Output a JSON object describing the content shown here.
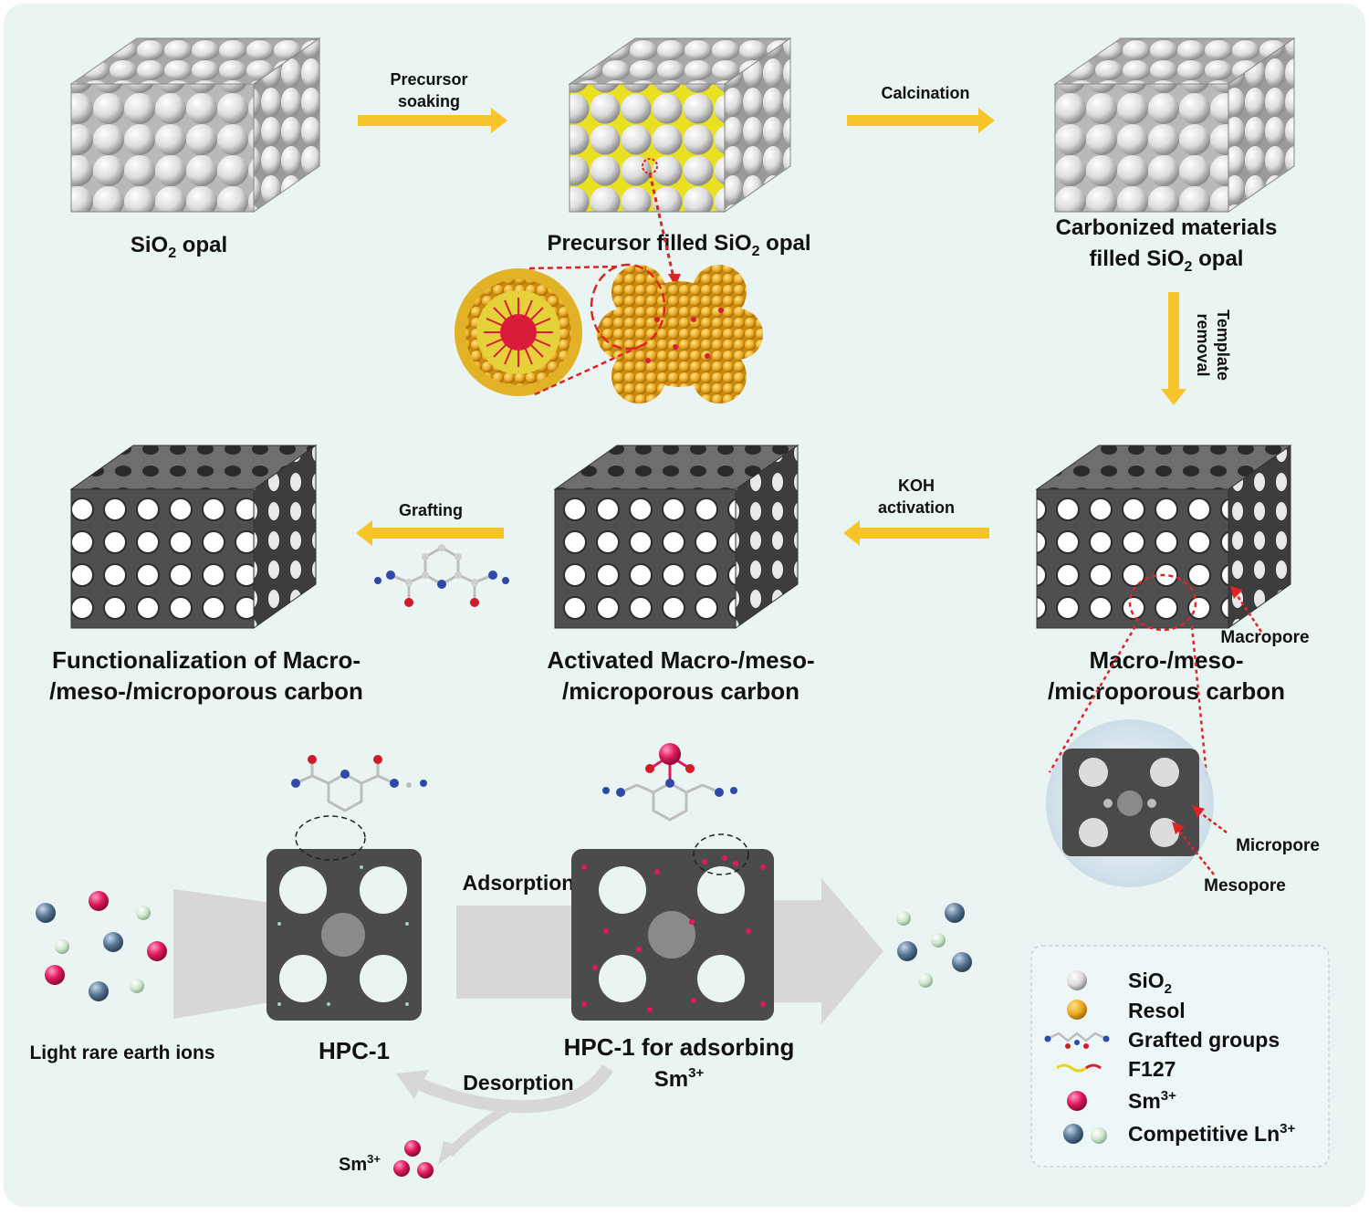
{
  "colors": {
    "background": "#e9f4f3",
    "arrow": "#f7c52a",
    "sio2": "#e8e8e8",
    "resol": "#e9a821",
    "f127_core": "#d81c3a",
    "carbon": "#555555",
    "sm": "#e0195f",
    "ln_blue": "#5a7896",
    "ln_green": "#cfe6cf",
    "dotted": "#e02424"
  },
  "stages": {
    "sio2_opal": {
      "prefix": "SiO",
      "sub": "2",
      "suffix": " opal"
    },
    "precursor_filled": {
      "prefix": "Precursor filled SiO",
      "sub": "2",
      "suffix": " opal"
    },
    "carbonized": {
      "line1": "Carbonized materials",
      "line2_prefix": "filled SiO",
      "line2_sub": "2",
      "line2_suffix": " opal"
    },
    "macro_meso_micro": {
      "line1": "Macro-/meso-",
      "line2": "/microporous carbon"
    },
    "activated": {
      "line1": "Activated Macro-/meso-",
      "line2": "/microporous carbon"
    },
    "functionalized": {
      "line1": "Functionalization of Macro-",
      "line2": "/meso-/microporous carbon"
    }
  },
  "arrows": {
    "precursor_soaking": {
      "line1": "Precursor",
      "line2": "soaking"
    },
    "calcination": "Calcination",
    "template_removal": {
      "line1": "Template",
      "line2": "removal"
    },
    "koh_activation": {
      "line1": "KOH",
      "line2": "activation"
    },
    "grafting": "Grafting"
  },
  "pores": {
    "macropore": "Macropore",
    "micropore": "Micropore",
    "mesopore": "Mesopore"
  },
  "adsorption_process": {
    "light_rare_earth": "Light rare earth ions",
    "hpc1": "HPC-1",
    "adsorption": "Adsorption",
    "desorption": "Desorption",
    "hpc1_adsorbing_line1": "HPC-1 for adsorbing",
    "sm_base": "Sm",
    "sm_charge": "3+"
  },
  "legend": {
    "items": [
      {
        "base": "SiO",
        "sub": "2",
        "sup": ""
      },
      {
        "base": "Resol",
        "sub": "",
        "sup": ""
      },
      {
        "base": "Grafted groups",
        "sub": "",
        "sup": ""
      },
      {
        "base": "F127",
        "sub": "",
        "sup": ""
      },
      {
        "base": "Sm",
        "sub": "",
        "sup": "3+"
      },
      {
        "base": "Competitive Ln",
        "sub": "",
        "sup": "3+"
      }
    ]
  }
}
